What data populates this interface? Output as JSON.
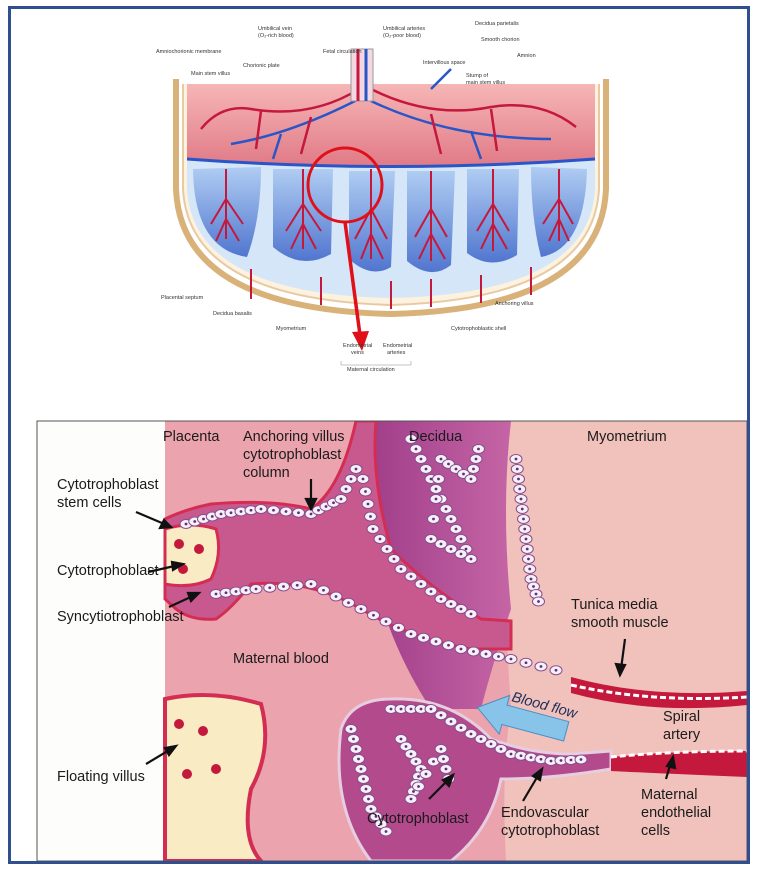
{
  "top_diagram": {
    "labels": {
      "umbilical_vein": "Umbilical vein",
      "umbilical_vein_sub": "(O₂-rich blood)",
      "umbilical_arteries": "Umbilical arteries",
      "umbilical_arteries_sub": "(O₂-poor blood)",
      "decidua_parietalis": "Decidua parietalis",
      "smooth_chorion": "Smooth chorion",
      "amnion": "Amnion",
      "amniochorionic_membrane": "Amniochorionic membrane",
      "fetal_circulation": "Fetal circulation",
      "chorionic_plate": "Chorionic plate",
      "main_stem_villus": "Main stem villus",
      "intervillous_space": "Intervillous space",
      "stump_main_stem_villus_1": "Stump of",
      "stump_main_stem_villus_2": "main stem villus",
      "placental_septum": "Placental septum",
      "decidua_basalis": "Decidua basalis",
      "myometrium": "Myometrium",
      "anchoring_villus": "Anchoring villus",
      "cytotrophoblastic_shell": "Cytotrophoblastic shell",
      "spiral_arteries_1": "Endometrial",
      "spiral_arteries_2": "veins",
      "endometrial_arteries_1": "Endometrial",
      "endometrial_arteries_2": "arteries",
      "maternal_circulation": "Maternal circulation"
    }
  },
  "bottom_diagram": {
    "labels": {
      "placenta": "Placenta",
      "anchoring_villus_1": "Anchoring villus",
      "anchoring_villus_2": "cytotrophoblast",
      "anchoring_villus_3": "column",
      "decidua": "Decidua",
      "myometrium": "Myometrium",
      "cytotrophoblast_stem_1": "Cytotrophoblast",
      "cytotrophoblast_stem_2": "stem cells",
      "cytotrophoblast": "Cytotrophoblast",
      "syncytiotrophoblast": "Syncytiotrophoblast",
      "maternal_blood": "Maternal blood",
      "tunica_media_1": "Tunica media",
      "tunica_media_2": "smooth muscle",
      "blood_flow": "Blood flow",
      "spiral_artery_1": "Spiral",
      "spiral_artery_2": "artery",
      "floating_villus": "Floating villus",
      "cytotrophoblast_lower": "Cytotrophoblast",
      "endovascular_1": "Endovascular",
      "endovascular_2": "cytotrophoblast",
      "maternal_endothelial_1": "Maternal",
      "maternal_endothelial_2": "endothelial",
      "maternal_endothelial_3": "cells"
    }
  },
  "colors": {
    "frame_border": "#2f4f8f",
    "highlight_red": "#e0101a",
    "artery_red": "#c4183c",
    "vein_blue": "#2a55c8",
    "decidua_purple": "#b24a8c",
    "myometrium_pink": "#f1c1bb",
    "maternal_blood": "#eba3ae"
  }
}
